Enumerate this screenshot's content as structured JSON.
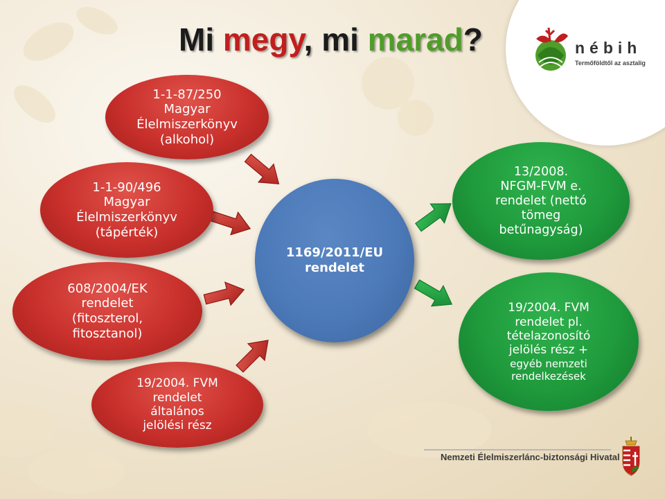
{
  "title": {
    "part1": "Mi ",
    "part2": "megy",
    "part3": ", mi ",
    "part4": "marad",
    "part5": "?"
  },
  "logo": {
    "brand": "nébih",
    "tagline": "Termőföldtől az asztalig"
  },
  "left_ovals": [
    {
      "lines": [
        "1-1-87/250",
        "Magyar",
        "Élelmiszerkönyv",
        "(alkohol)"
      ]
    },
    {
      "lines": [
        "1-1-90/496",
        "Magyar",
        "Élelmiszerkönyv",
        "(tápérték)"
      ]
    },
    {
      "lines": [
        "608/2004/EK",
        "rendelet",
        "(fitoszterol,",
        "fitosztanol)"
      ]
    },
    {
      "lines": [
        "19/2004. FVM",
        "rendelet",
        "általános",
        "jelölési rész"
      ]
    }
  ],
  "center": {
    "lines": [
      "1169/2011/EU",
      "rendelet"
    ]
  },
  "right_ovals": [
    {
      "lines": [
        "13/2008.",
        "NFGM-FVM e.",
        "rendelet (nettó",
        "tömeg",
        "betűnagyság)"
      ]
    },
    {
      "lines": [
        "19/2004. FVM",
        "rendelet pl.",
        "tételazonosító",
        "jelölés rész +",
        "egyéb nemzeti",
        "rendelkezések"
      ]
    }
  ],
  "footer": {
    "agency": "Nemzeti Élelmiszerlánc-biztonsági Hivatal"
  },
  "colors": {
    "red": "#c9302c",
    "green": "#1f9a3c",
    "blue": "#4c79b8",
    "title_red": "#c21e1e",
    "title_green": "#4f9d2a"
  },
  "icons": [
    "arrow-red",
    "arrow-green",
    "nebih-logo-icon",
    "coat-of-arms-icon"
  ]
}
